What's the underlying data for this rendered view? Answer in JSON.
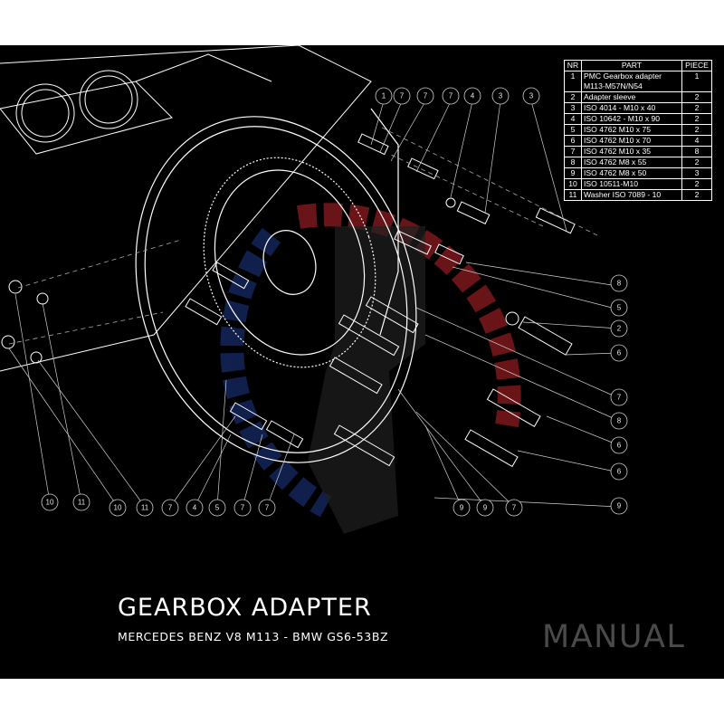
{
  "title": "GEARBOX ADAPTER",
  "subtitle": "MERCEDES BENZ V8 M113 - BMW GS6-53BZ",
  "watermark": "MANUAL",
  "colors": {
    "background": "#000000",
    "line": "#ffffff",
    "watermark": "#4a4a4a",
    "logo_red": "#c0262c",
    "logo_blue": "#1f3a8a"
  },
  "parts_table": {
    "headers": [
      "NR",
      "PART",
      "PIECE"
    ],
    "rows": [
      {
        "nr": "1",
        "part": "PMC Gearbox adapter\nM113-M57N/N54",
        "piece": "1"
      },
      {
        "nr": "2",
        "part": "Adapter sleeve",
        "piece": "2"
      },
      {
        "nr": "3",
        "part": "ISO 4014 - M10 x 40",
        "piece": "2"
      },
      {
        "nr": "4",
        "part": "ISO 10642 - M10 x 90",
        "piece": "2"
      },
      {
        "nr": "5",
        "part": "ISO 4762 M10 x 75",
        "piece": "2"
      },
      {
        "nr": "6",
        "part": "ISO 4762 M10 x 70",
        "piece": "4"
      },
      {
        "nr": "7",
        "part": "ISO 4762 M10 x 35",
        "piece": "8"
      },
      {
        "nr": "8",
        "part": "ISO 4762 M8 x 55",
        "piece": "2"
      },
      {
        "nr": "9",
        "part": "ISO 4762 M8 x 50",
        "piece": "3"
      },
      {
        "nr": "10",
        "part": "ISO 10511-M10",
        "piece": "2"
      },
      {
        "nr": "11",
        "part": "Washer ISO 7089 - 10",
        "piece": "2"
      }
    ]
  },
  "callouts": {
    "top": [
      "1",
      "7",
      "7",
      "7",
      "4",
      "3",
      "3"
    ],
    "right": [
      "8",
      "5",
      "2",
      "6",
      "7",
      "8",
      "6",
      "6",
      "9"
    ],
    "bottom": [
      "10",
      "11",
      "10",
      "11",
      "7",
      "4",
      "5",
      "7",
      "7",
      "9",
      "9",
      "7"
    ]
  }
}
